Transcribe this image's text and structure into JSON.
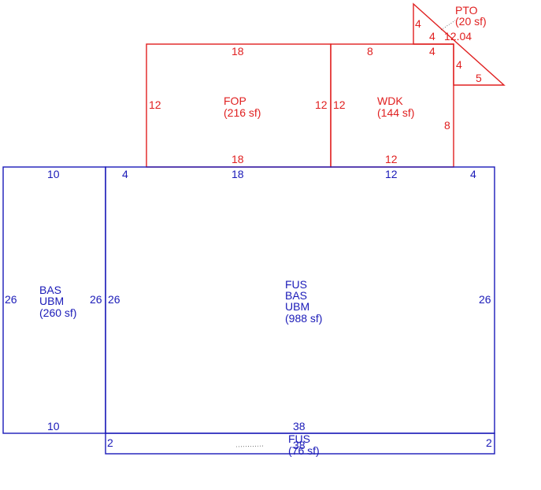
{
  "colors": {
    "outbuilding": "#e02020",
    "main": "#1a1ab8"
  },
  "areas": {
    "pto": {
      "lines": [
        "PTO",
        "(20 sf)"
      ]
    },
    "fop": {
      "lines": [
        "FOP",
        "(216 sf)"
      ]
    },
    "wdk": {
      "lines": [
        "WDK",
        "(144 sf)"
      ]
    },
    "bas_left": {
      "lines": [
        "BAS",
        "UBM",
        "(260 sf)"
      ]
    },
    "fus_main": {
      "lines": [
        "FUS",
        "BAS",
        "UBM",
        "(988 sf)"
      ]
    },
    "fus_bottom": {
      "lines": [
        "FUS",
        "(76 sf)"
      ]
    }
  },
  "dims": {
    "pto": [
      "4",
      "4",
      "12.04",
      "4",
      "4",
      "5"
    ],
    "fop": [
      "18",
      "12",
      "12",
      "18"
    ],
    "wdk": [
      "8",
      "12",
      "8",
      "12"
    ],
    "bas_left": [
      "10",
      "26",
      "26",
      "10"
    ],
    "fus_main": [
      "4",
      "18",
      "12",
      "4",
      "26",
      "26",
      "38"
    ],
    "fus_bottom": [
      "2",
      "2",
      "38"
    ]
  }
}
